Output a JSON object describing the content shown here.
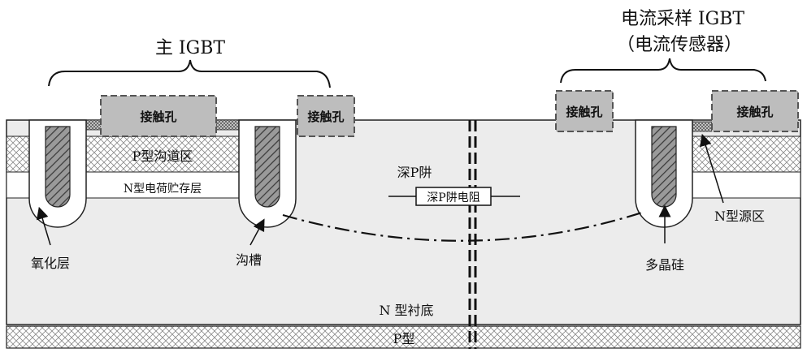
{
  "title_left": "主 IGBT",
  "title_right_line1": "电流采样 IGBT",
  "title_right_line2": "（电流传感器）",
  "contact_hole": "接触孔",
  "p_channel": "P型沟道区",
  "n_storage": "N型电荷贮存层",
  "deep_p_well": "深P阱",
  "deep_p_resistor": "深P阱电阻",
  "n_source": "N型源区",
  "oxide": "氧化层",
  "trench": "沟槽",
  "polysilicon": "多晶硅",
  "n_substrate": "N 型衬底",
  "p_type": "P型",
  "colors": {
    "substrate": "#ececec",
    "contact_fill": "#bdbdbd",
    "contact_border": "#555555",
    "hatch": "#777777",
    "line": "#111111"
  }
}
